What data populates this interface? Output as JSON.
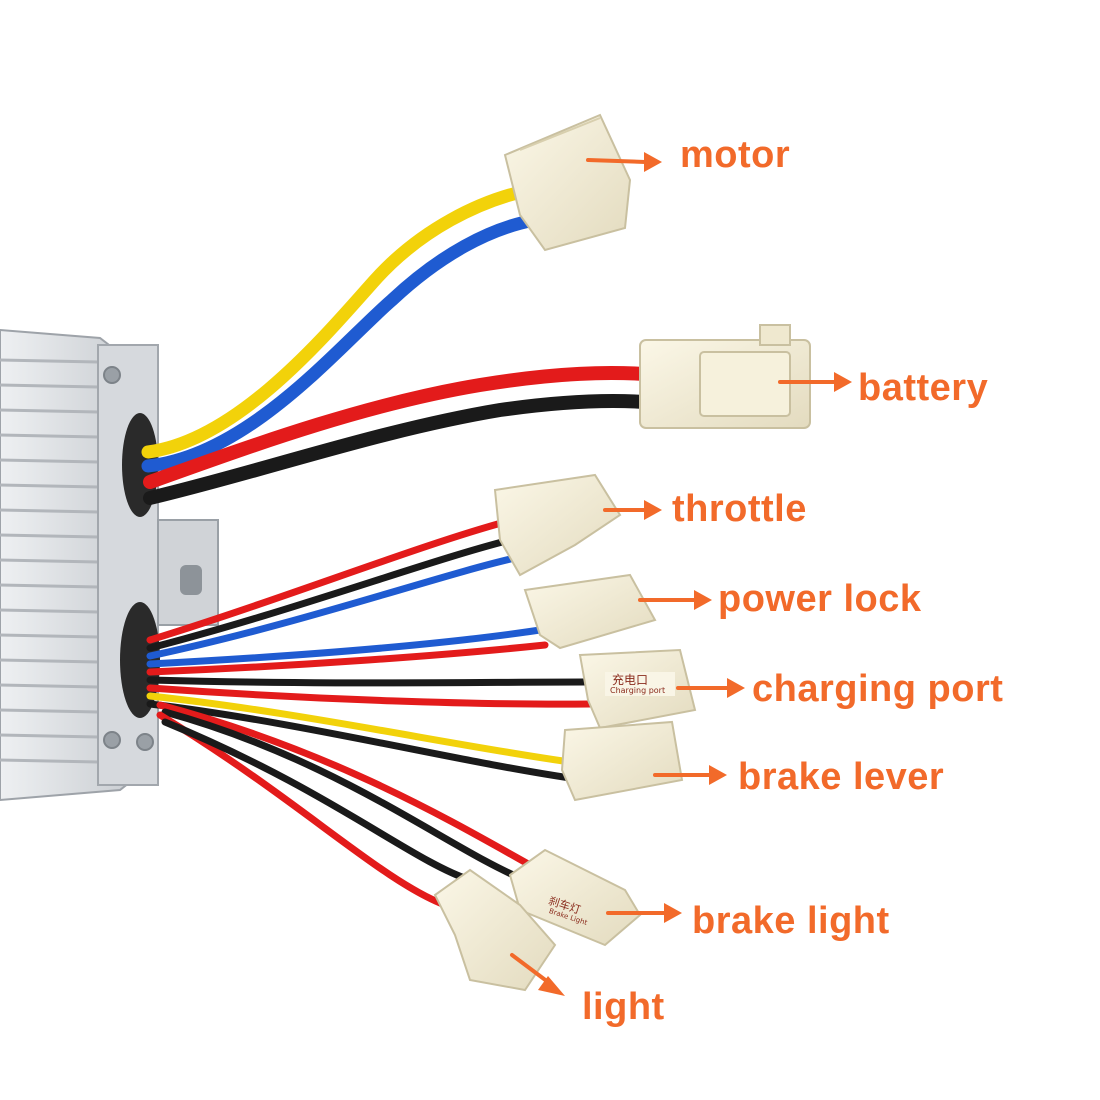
{
  "labels": {
    "motor": "motor",
    "battery": "battery",
    "throttle": "throttle",
    "power_lock": "power lock",
    "charging_port": "charging port",
    "brake_lever": "brake lever",
    "brake_light": "brake light",
    "light": "light"
  },
  "connector_text": {
    "charging_cn": "充电口",
    "charging_en": "Charging port",
    "brake_light_cn": "刹车灯",
    "brake_light_en": "Brake Light"
  },
  "colors": {
    "label": "#f26a2a",
    "arrow": "#f26a2a",
    "connector": "#f1ebd3",
    "wire_yellow": "#f2d20a",
    "wire_blue": "#1f5bd1",
    "wire_red": "#e31b1b",
    "wire_black": "#1a1a1a",
    "housing": "#c9ccd0"
  }
}
